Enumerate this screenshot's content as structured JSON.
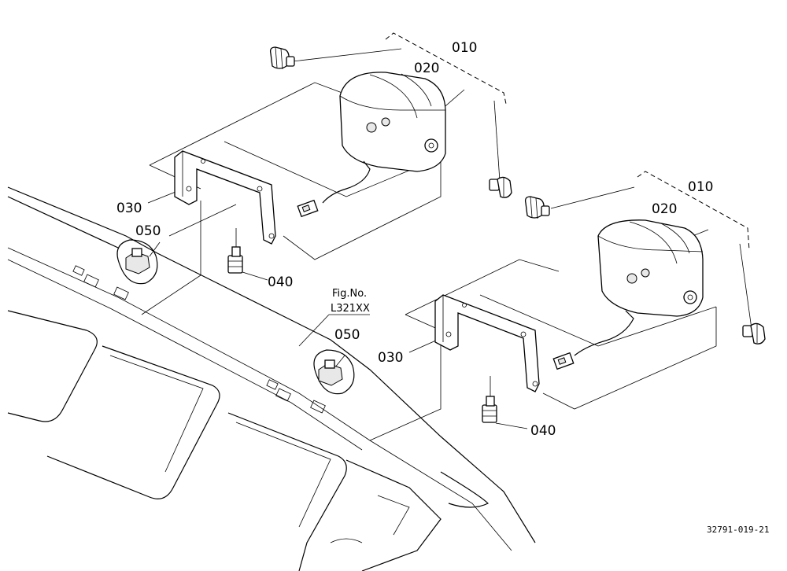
{
  "diagram": {
    "parts": [
      {
        "id": "010",
        "name": "work-light-assembly"
      },
      {
        "id": "020",
        "name": "bulb"
      },
      {
        "id": "030",
        "name": "bracket"
      },
      {
        "id": "040",
        "name": "bolt"
      },
      {
        "id": "050",
        "name": "nut"
      }
    ],
    "callouts": {
      "left_010": "010",
      "left_020": "020",
      "left_030": "030",
      "left_040": "040",
      "left_050": "050",
      "right_010": "010",
      "right_020": "020",
      "right_030": "030",
      "right_040": "040",
      "right_050": "050"
    },
    "figure_reference": {
      "line1": "Fig.No.",
      "line2": "L321XX"
    },
    "document_number": "32791-019-21"
  }
}
